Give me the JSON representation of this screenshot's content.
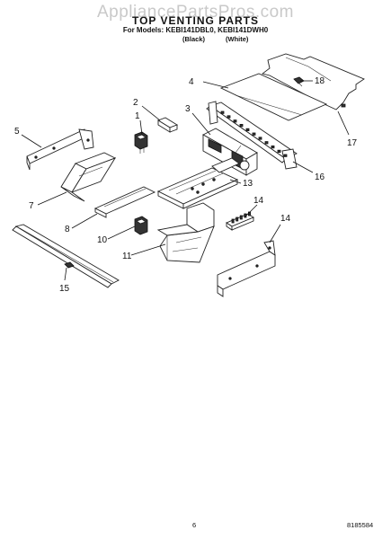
{
  "header": {
    "watermark": "AppliancePartsPros.com",
    "title": "TOP VENTING PARTS",
    "models_line": "For Models: KEBI141DBL0, KEBI141DWH0",
    "color_black": "(Black)",
    "color_white": "(White)"
  },
  "callouts": [
    "1",
    "2",
    "3",
    "4",
    "5",
    "7",
    "8",
    "10",
    "11",
    "13",
    "14",
    "14",
    "15",
    "16",
    "17",
    "18"
  ],
  "footer": {
    "page_number": "6",
    "part_number": "8185584"
  },
  "colors": {
    "line": "#222222",
    "paper": "#ffffff",
    "watermark": "#c9c9c9"
  }
}
